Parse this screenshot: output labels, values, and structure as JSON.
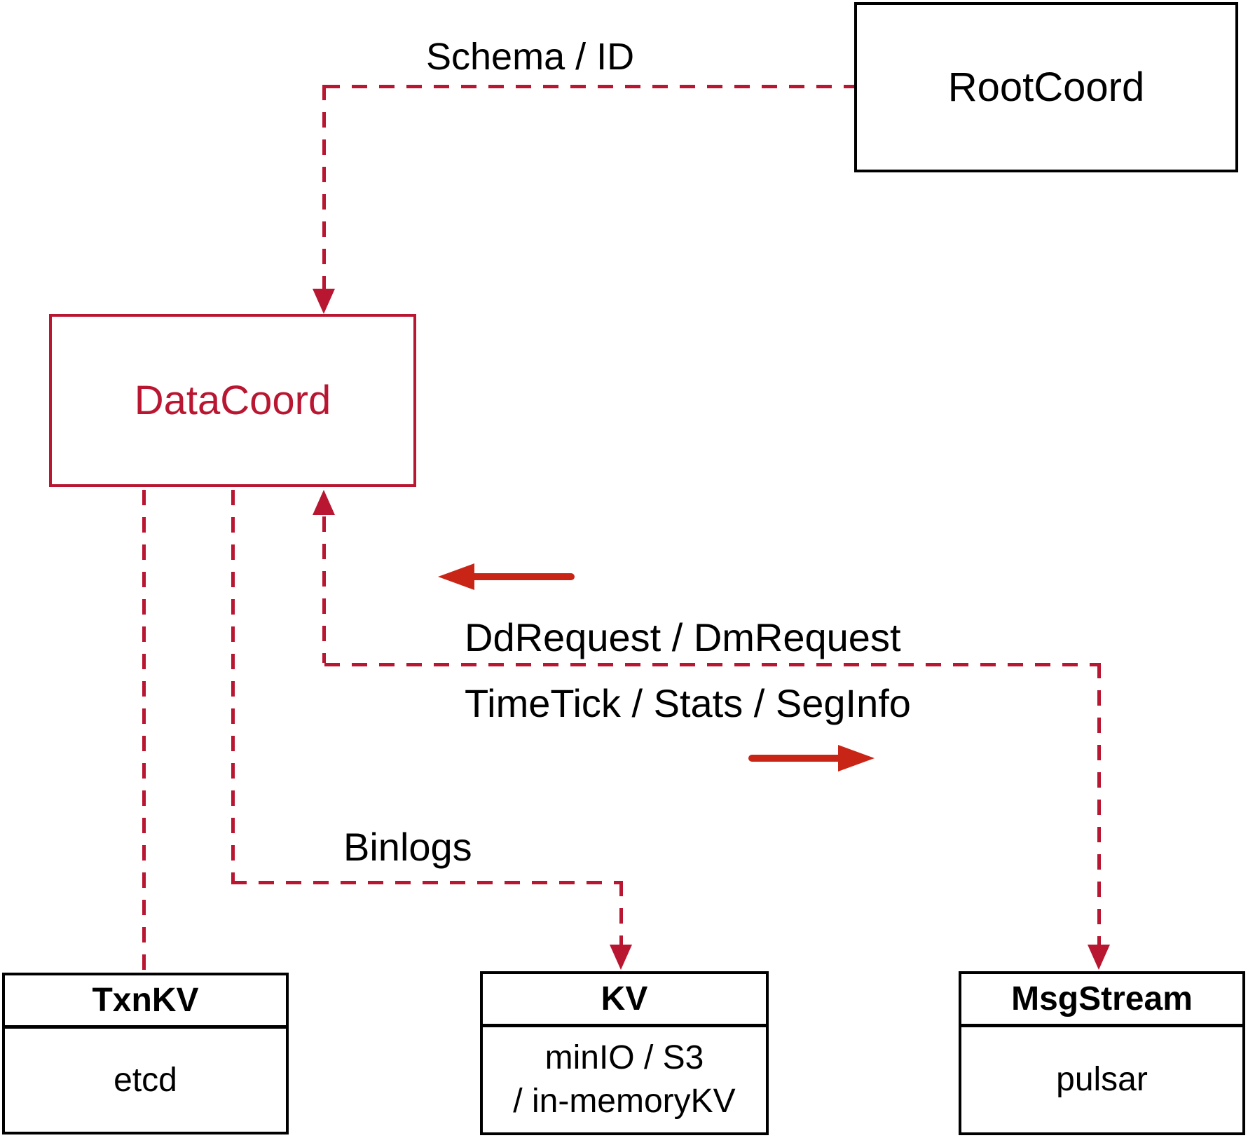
{
  "nodes": {
    "rootcoord": {
      "label": "RootCoord"
    },
    "datacoord": {
      "label": "DataCoord"
    },
    "txnkv": {
      "title": "TxnKV",
      "subtitle": "etcd"
    },
    "kv": {
      "title": "KV",
      "line1": "minIO / S3",
      "line2": "/ in-memoryKV"
    },
    "msgstream": {
      "title": "MsgStream",
      "subtitle": "pulsar"
    }
  },
  "edges": {
    "schema": {
      "label": "Schema / ID"
    },
    "ddrequest": {
      "label": "DdRequest / DmRequest"
    },
    "timetick": {
      "label": "TimeTick / Stats / SegInfo"
    },
    "binlogs": {
      "label": "Binlogs"
    }
  },
  "colors": {
    "dashed_line": "#b81631",
    "datacoord_accent": "#b81631",
    "solid_arrow": "#c92517",
    "box_border": "#000000"
  }
}
